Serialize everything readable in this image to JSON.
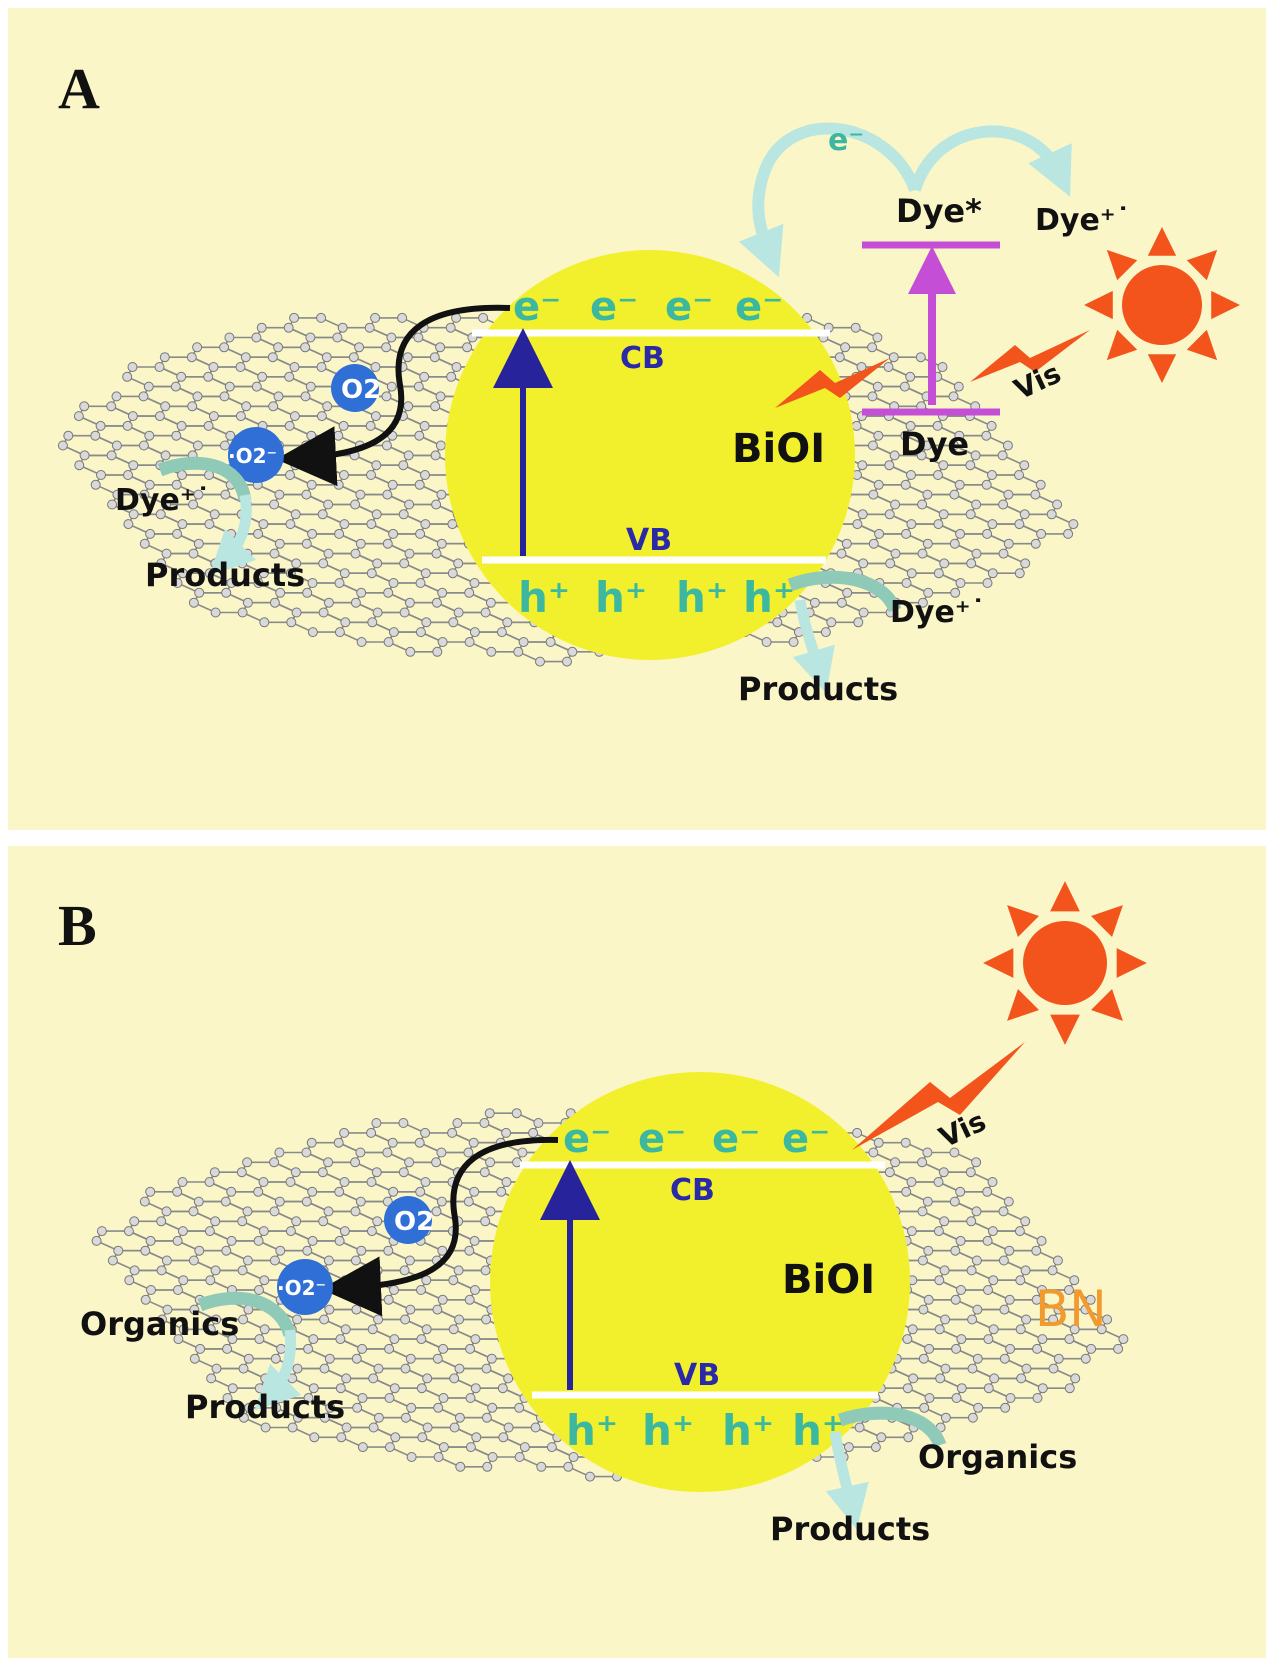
{
  "colors": {
    "background": "#fbf6c8",
    "particle": "#f2f02c",
    "sun": "#f2541b",
    "arrow_pastel": "#b9e6e0",
    "excitation": "#c44fd6",
    "band_arrow": "#27239a",
    "oxygen": "#2f6fd6",
    "carrier_text": "#3cb8a0",
    "bn_text": "#f29a2e"
  },
  "panel_a": {
    "letter": "A",
    "material": "BiOI",
    "cb": "CB",
    "vb": "VB",
    "electron": "e⁻",
    "hole": "h⁺",
    "dye_excited": "Dye*",
    "dye_cation": "Dye⁺˙",
    "dye_cation_left": "Dye⁺˙",
    "dye_cation_right": "Dye⁺˙",
    "dye_ground": "Dye",
    "vis": "Vis",
    "oxygen": "O2",
    "superoxide": "·O2⁻",
    "products_left": "Products",
    "products_right": "Products",
    "sun_icon": "sun-icon",
    "lightning_icon": "lightning-icon"
  },
  "panel_b": {
    "letter": "B",
    "material": "BiOI",
    "cb": "CB",
    "vb": "VB",
    "electron": "e⁻",
    "hole": "h⁺",
    "vis": "Vis",
    "support": "BN",
    "oxygen": "O2",
    "superoxide": "·O2⁻",
    "organics_left": "Organics",
    "organics_right": "Organics",
    "products_left": "Products",
    "products_right": "Products",
    "sun_icon": "sun-icon",
    "lightning_icon": "lightning-icon"
  }
}
